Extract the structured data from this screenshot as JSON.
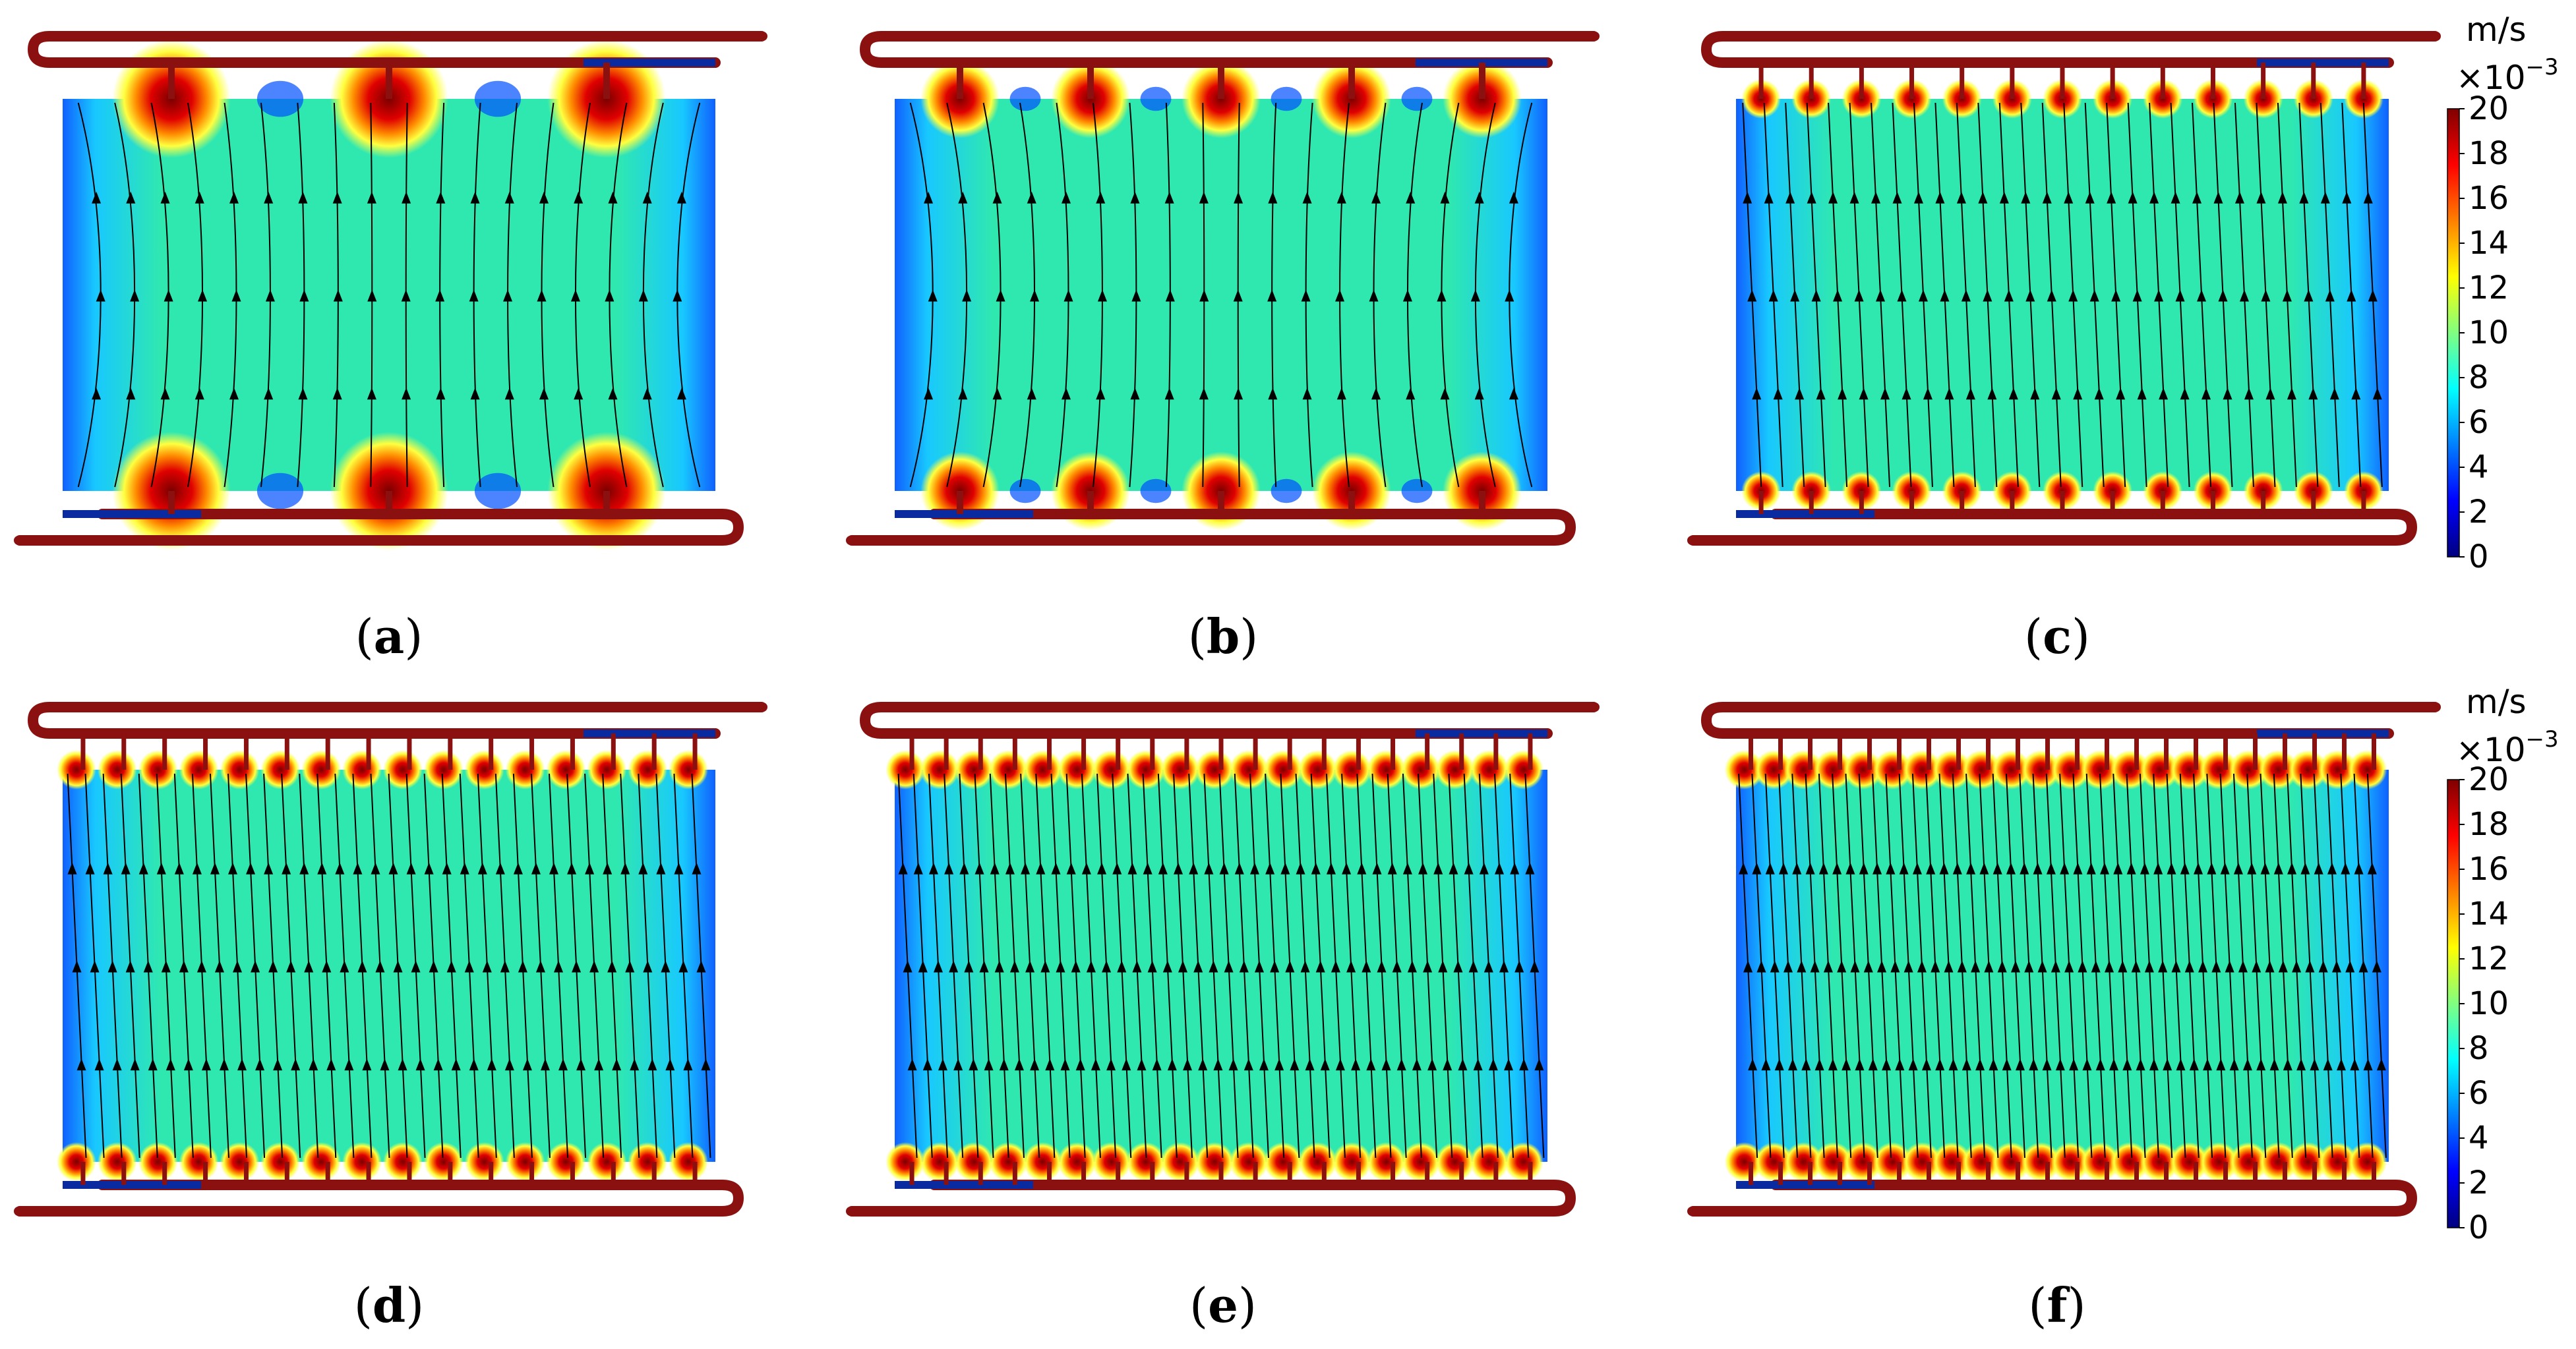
{
  "panels": [
    {
      "label": "a",
      "inlets": 3
    },
    {
      "label": "b",
      "inlets": 5
    },
    {
      "label": "c",
      "inlets": 13
    },
    {
      "label": "d",
      "inlets": 16
    },
    {
      "label": "e",
      "inlets": 19
    },
    {
      "label": "f",
      "inlets": 22
    }
  ],
  "colorbar": {
    "unit": "m/s",
    "scale_base": "×10",
    "scale_exp": "−3",
    "ticks": [
      "20",
      "18",
      "16",
      "14",
      "12",
      "10",
      "8",
      "6",
      "4",
      "2",
      "0"
    ],
    "range": [
      0,
      20
    ],
    "colors": [
      "#00007f",
      "#0000ff",
      "#0080ff",
      "#00ffff",
      "#80ff80",
      "#ffff00",
      "#ff8000",
      "#ff0000",
      "#7f0000"
    ]
  },
  "colors": {
    "pipe": "#8b1010",
    "field_bulk": "#2fe8b0",
    "field_edge": "#0a5cff",
    "hot": "#c00000",
    "streamline": "#000000"
  }
}
